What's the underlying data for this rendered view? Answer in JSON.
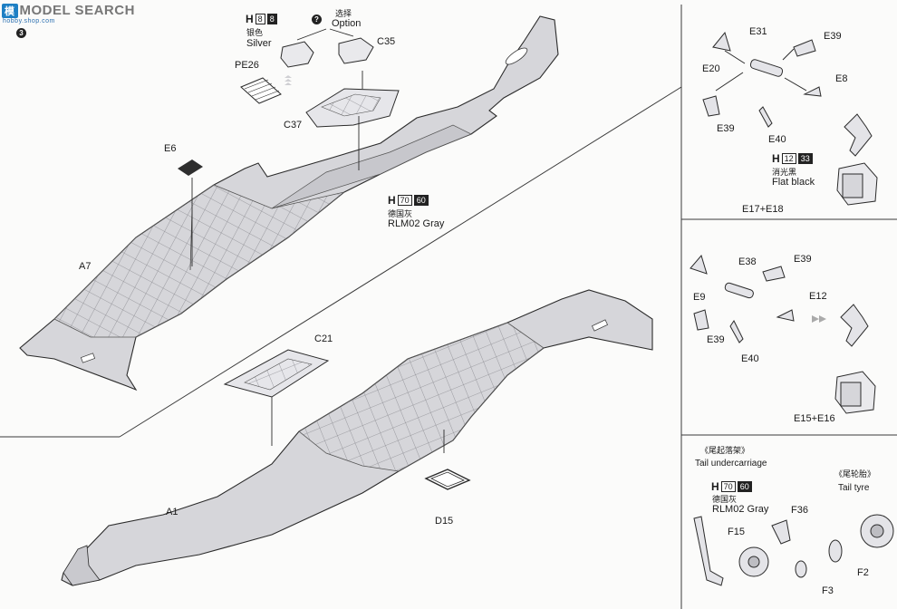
{
  "watermark": {
    "text": "MODEL SEARCH",
    "badge": "模",
    "domain": "hobby.shop.com"
  },
  "step_number": "3",
  "paints": {
    "silver": {
      "h": "H",
      "n1": "8",
      "n2": "8",
      "cn": "银色",
      "en": "Silver"
    },
    "option": {
      "symbol": "?",
      "cn": "选择",
      "en": "Option"
    },
    "rlm02_main": {
      "h": "H",
      "n1": "70",
      "n2": "60",
      "cn": "德国灰",
      "en": "RLM02 Gray"
    },
    "flat_black": {
      "h": "H",
      "n1": "12",
      "n2": "33",
      "cn": "消光黑",
      "en": "Flat black"
    },
    "rlm02_tail": {
      "h": "H",
      "n1": "70",
      "n2": "60",
      "cn": "德国灰",
      "en": "RLM02 Gray"
    }
  },
  "parts": {
    "pe26": "PE26",
    "c35": "C35",
    "c37": "C37",
    "e6": "E6",
    "a7": "A7",
    "c21": "C21",
    "a1": "A1",
    "d15": "D15",
    "e31": "E31",
    "e39_a": "E39",
    "e20": "E20",
    "e8": "E8",
    "e39_b": "E39",
    "e40_a": "E40",
    "e17_e18": "E17+E18",
    "e38": "E38",
    "e39_c": "E39",
    "e9": "E9",
    "e12": "E12",
    "e39_d": "E39",
    "e40_b": "E40",
    "e15_e16": "E15+E16",
    "f36": "F36",
    "f15": "F15",
    "f2": "F2",
    "f3": "F3"
  },
  "tail_section": {
    "title_cn": "《尾起落架》",
    "title_en": "Tail undercarriage",
    "tyre_cn": "《尾轮胎》",
    "tyre_en": "Tail tyre"
  },
  "colors": {
    "line": "#2b2b2b",
    "part_fill": "#d6d6da",
    "part_shade": "#bdbdc2",
    "paper": "#fbfbfa"
  }
}
